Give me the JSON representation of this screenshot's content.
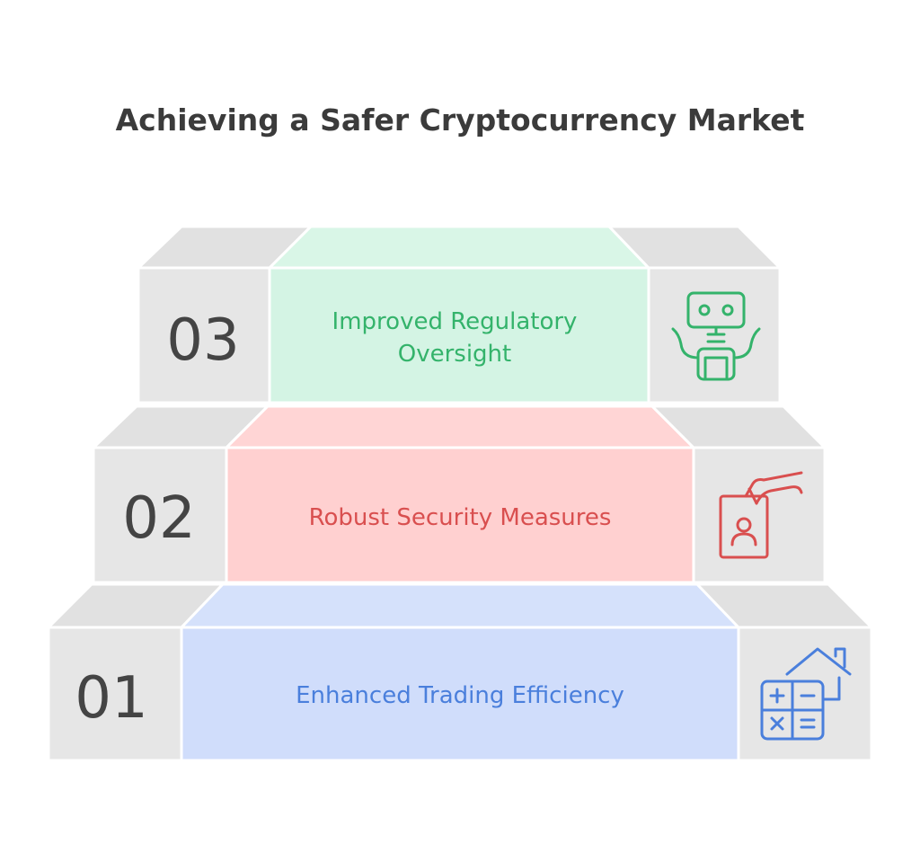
{
  "title": "Achieving a Safer Cryptocurrency Market",
  "steps": [
    {
      "number": "03",
      "label_lines": [
        "Improved Regulatory",
        "Oversight"
      ],
      "icon": "robot-icon",
      "color": "#34b36b",
      "fill": "#d4f4e4",
      "top_fill": "#d9f6e7"
    },
    {
      "number": "02",
      "label_lines": [
        "Robust Security Measures"
      ],
      "icon": "id-badge-hand-icon",
      "color": "#d94f4f",
      "fill": "#ffd0d0",
      "top_fill": "#ffd5d5"
    },
    {
      "number": "01",
      "label_lines": [
        "Enhanced Trading Efficiency"
      ],
      "icon": "calculator-house-icon",
      "color": "#4a7fdc",
      "fill": "#d0ddfb",
      "top_fill": "#d5e1fb"
    }
  ],
  "colors": {
    "side_face": "#e6e6e6",
    "side_top": "#e1e1e1",
    "number_text": "#444444",
    "title_text": "#3b3b3b"
  }
}
